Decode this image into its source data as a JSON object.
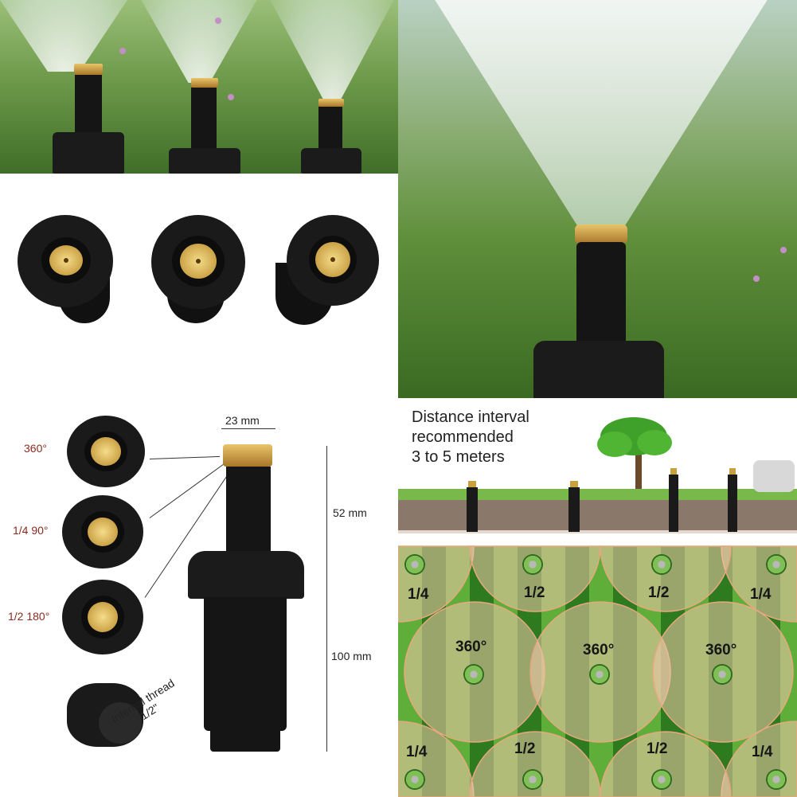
{
  "specs": {
    "angle_360": "360°",
    "angle_90": "1/4 90°",
    "angle_180": "1/2 180°",
    "cap_width": "23 mm",
    "top_height": "52 mm",
    "body_height": "100 mm",
    "thread_label_1": "Internal thread",
    "thread_label_2": "1/2\""
  },
  "diagram": {
    "distance_line1": "Distance interval",
    "distance_line2": "recommended",
    "distance_line3": "3 to 5 meters",
    "zones": {
      "top_left": "1/4",
      "top_mid_left": "1/2",
      "top_mid_right": "1/2",
      "top_right": "1/4",
      "mid_left": "360°",
      "mid_center": "360°",
      "mid_right": "360°",
      "bot_left": "1/4",
      "bot_mid_left": "1/2",
      "bot_mid_right": "1/2",
      "bot_right": "1/4"
    }
  },
  "colors": {
    "lawn_dark": "#2e7a1e",
    "lawn_light": "#5fae3a",
    "coverage": "#f2c8ab",
    "angle_label": "#8c2a1e"
  }
}
